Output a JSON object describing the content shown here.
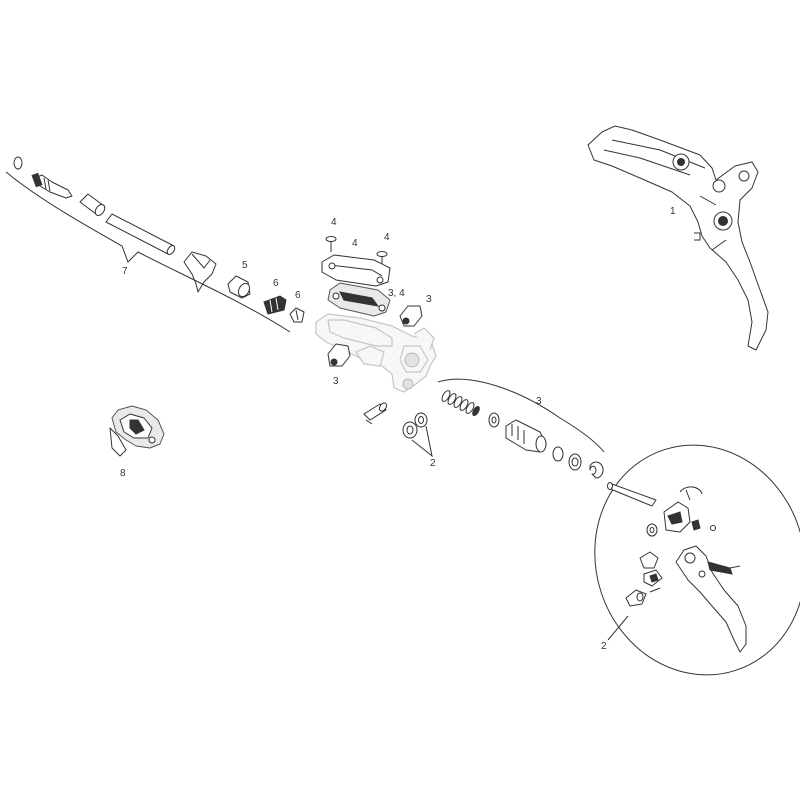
{
  "callouts": {
    "brake_lever_assembly": "1",
    "lever_blade_kit": "2",
    "lever_blade_kit_washer": "2",
    "piston_kit": "3",
    "piston_kit_left_part": "3",
    "piston_kit_right_part": "3",
    "reservoir_cover_screw_left": "4",
    "reservoir_cover": "4",
    "reservoir_cover_screw_right": "4",
    "bladder": "3, 4",
    "barb": "5",
    "hose_fitting_bolt": "6",
    "compression_nut": "6",
    "hose_kit": "7",
    "clamp": "8"
  },
  "icons": [
    "bolt-icon",
    "cylinder-icon",
    "spring-icon",
    "circlip-icon",
    "washer-icon"
  ],
  "colors": {
    "line": "#333333",
    "ghost_outline": "#c6c6c6",
    "shade": "#e9e9e9"
  }
}
